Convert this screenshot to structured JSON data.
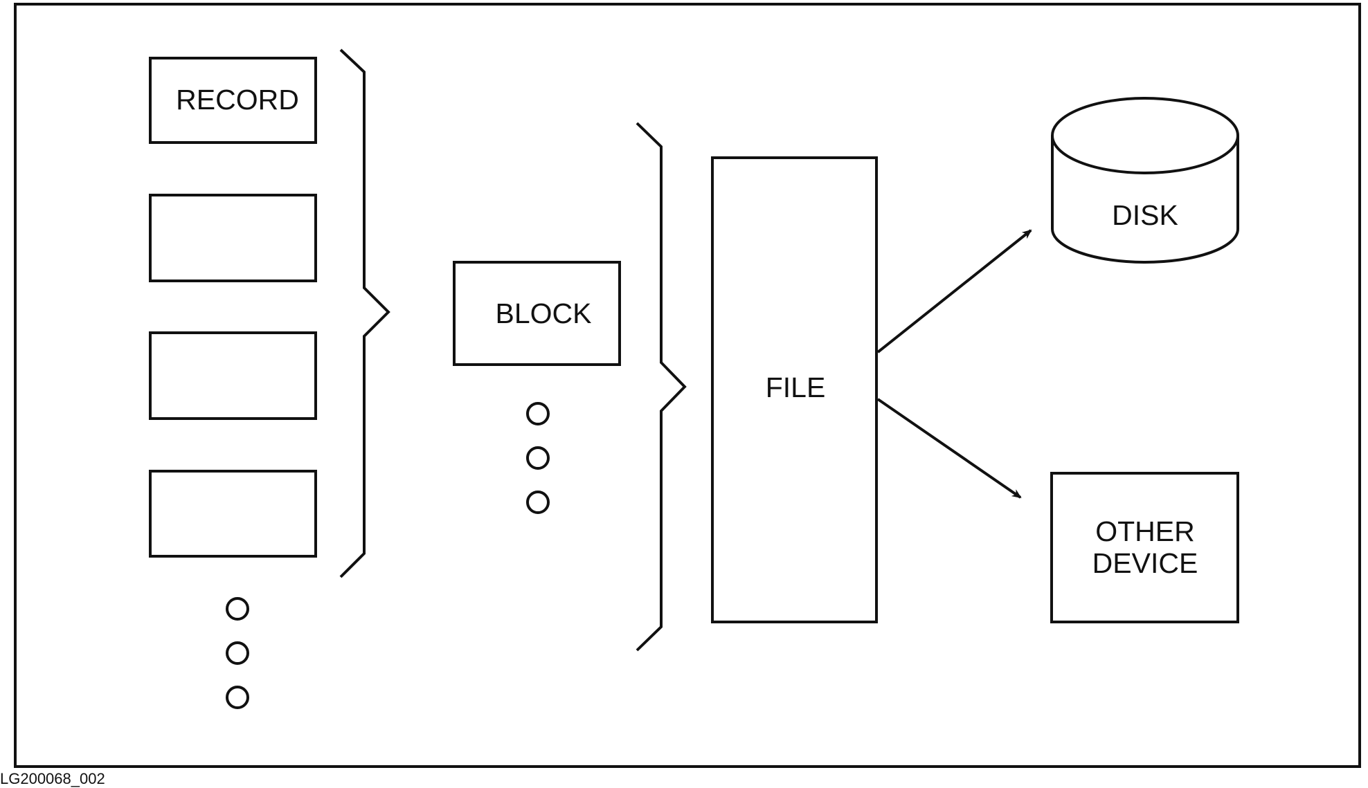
{
  "diagram": {
    "labels": {
      "record": "RECORD",
      "block": "BLOCK",
      "file": "FILE",
      "disk": "DISK",
      "other_device_line1": "OTHER",
      "other_device_line2": "DEVICE"
    },
    "figure_id": "LG200068_002",
    "colors": {
      "line": "#111111",
      "background": "#ffffff"
    },
    "icons": [
      "ellipsis-dots-icon",
      "arrow-icon",
      "brace-icon",
      "cylinder-icon"
    ]
  }
}
